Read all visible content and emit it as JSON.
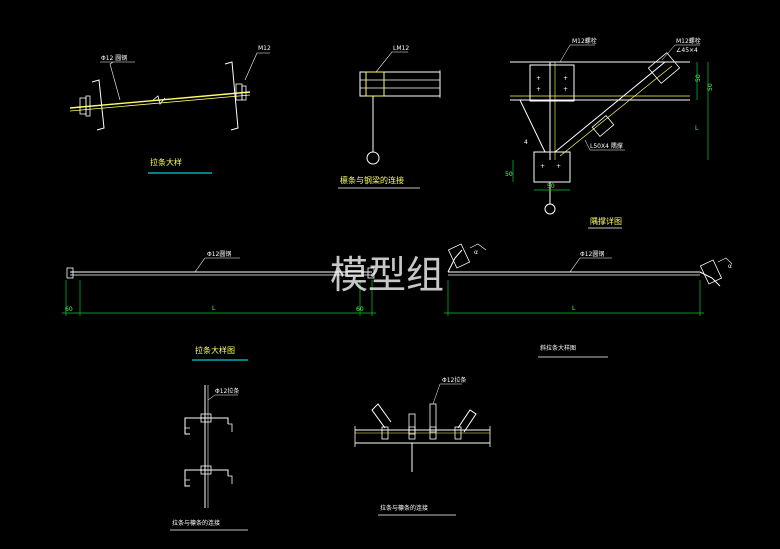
{
  "watermark": "模型组",
  "colors": {
    "background": "#000000",
    "steel": "#ffffff",
    "rod": "#ffff66",
    "dimension": "#00cc33",
    "title_underline": "#00ffff"
  },
  "titles": {
    "tie_rod_detail": "拉条大样",
    "purlin_beam_connection": "檩条与钢梁的连接",
    "bracing_node": "隅撑详图",
    "tie_rod_detail_drawing": "拉条大样图",
    "diagonal_tie_rod_detail": "斜拉条大样图",
    "tie_rod_purlin_connection": "拉条与檩条的连接",
    "tie_rod_purlin_connection_2": "拉条与檩条的连接"
  },
  "labels": {
    "phi12_round_steel": "Φ12 圆钢",
    "m12": "M12",
    "lm12": "LM12",
    "m12_bolt": "M12螺栓",
    "angle": "∠45×4",
    "l50x4": "L50X4 隅撑",
    "dim_50": "50",
    "dim_60": "60",
    "dim_L": "L",
    "dim_4": "4",
    "phi12_rod": "Φ12圆钢",
    "phi12_bar": "Φ12拉条"
  }
}
